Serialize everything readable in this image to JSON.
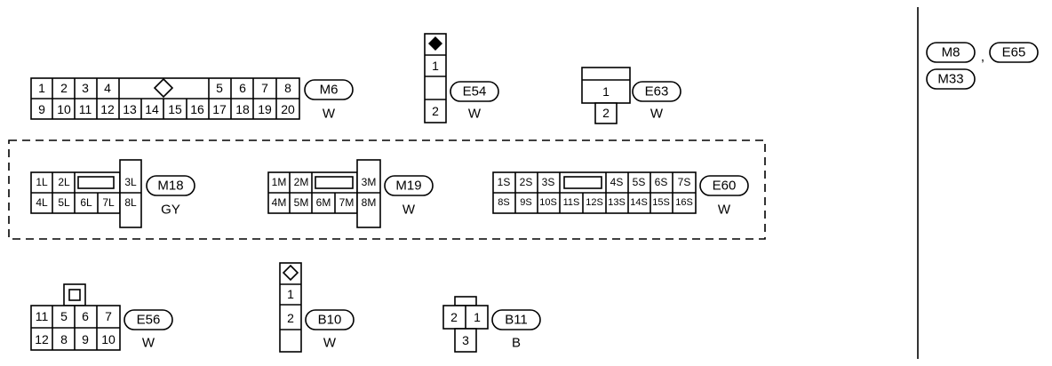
{
  "connectors": {
    "M6": {
      "name": "M6",
      "color": "W",
      "top": [
        "1",
        "2",
        "3",
        "4",
        "5",
        "6",
        "7",
        "8"
      ],
      "bottom": [
        "9",
        "10",
        "11",
        "12",
        "13",
        "14",
        "15",
        "16",
        "17",
        "18",
        "19",
        "20"
      ]
    },
    "E54": {
      "name": "E54",
      "color": "W",
      "pins": [
        "1",
        "2"
      ]
    },
    "E63": {
      "name": "E63",
      "color": "W",
      "pins": [
        "1",
        "2"
      ]
    },
    "M18": {
      "name": "M18",
      "color": "GY",
      "top": [
        "1L",
        "2L"
      ],
      "side": [
        "3L",
        "8L"
      ],
      "bottom": [
        "4L",
        "5L",
        "6L",
        "7L"
      ]
    },
    "M19": {
      "name": "M19",
      "color": "W",
      "top": [
        "1M",
        "2M"
      ],
      "side": [
        "3M",
        "8M"
      ],
      "bottom": [
        "4M",
        "5M",
        "6M",
        "7M"
      ]
    },
    "E60": {
      "name": "E60",
      "color": "W",
      "top_left": [
        "1S",
        "2S",
        "3S"
      ],
      "top_right": [
        "4S",
        "5S",
        "6S",
        "7S"
      ],
      "bottom": [
        "8S",
        "9S",
        "10S",
        "11S",
        "12S",
        "13S",
        "14S",
        "15S",
        "16S"
      ]
    },
    "E56": {
      "name": "E56",
      "color": "W",
      "top": [
        "11",
        "5",
        "6",
        "7"
      ],
      "bottom": [
        "12",
        "8",
        "9",
        "10"
      ]
    },
    "B10": {
      "name": "B10",
      "color": "W",
      "pins": [
        "1",
        "2"
      ]
    },
    "B11": {
      "name": "B11",
      "color": "B",
      "top": [
        "2",
        "1"
      ],
      "bottom": [
        "3"
      ]
    }
  },
  "legend": {
    "item1": "M8",
    "separator": ",",
    "item2": "E65",
    "item3": "M33"
  }
}
